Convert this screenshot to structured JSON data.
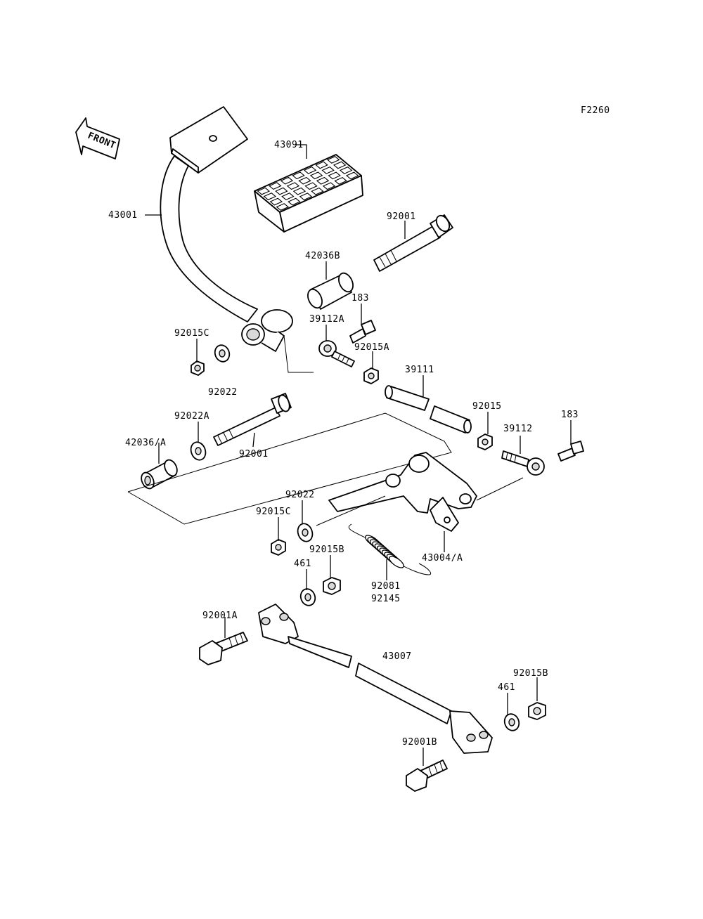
{
  "figure_code": "F2260",
  "front_arrow_text": "FRONT",
  "labels": {
    "p43091": "43091",
    "p43001": "43001",
    "p92001_top": "92001",
    "p42036B": "42036B",
    "p183_top": "183",
    "p39112A": "39112A",
    "p92015C_top": "92015C",
    "p92015A": "92015A",
    "p39111": "39111",
    "p92022_top": "92022",
    "p92015": "92015",
    "p183_right": "183",
    "p92022A": "92022A",
    "p39112": "39112",
    "p42036A": "42036/A",
    "p92001_mid": "92001",
    "p92022_mid": "92022",
    "p92015C_mid": "92015C",
    "p92015B_mid": "92015B",
    "p43004A": "43004/A",
    "p461_mid": "461",
    "p92081": "92081",
    "p92145": "92145",
    "p92001A": "92001A",
    "p43007": "43007",
    "p92015B_low": "92015B",
    "p461_low": "461",
    "p92001B": "92001B"
  }
}
